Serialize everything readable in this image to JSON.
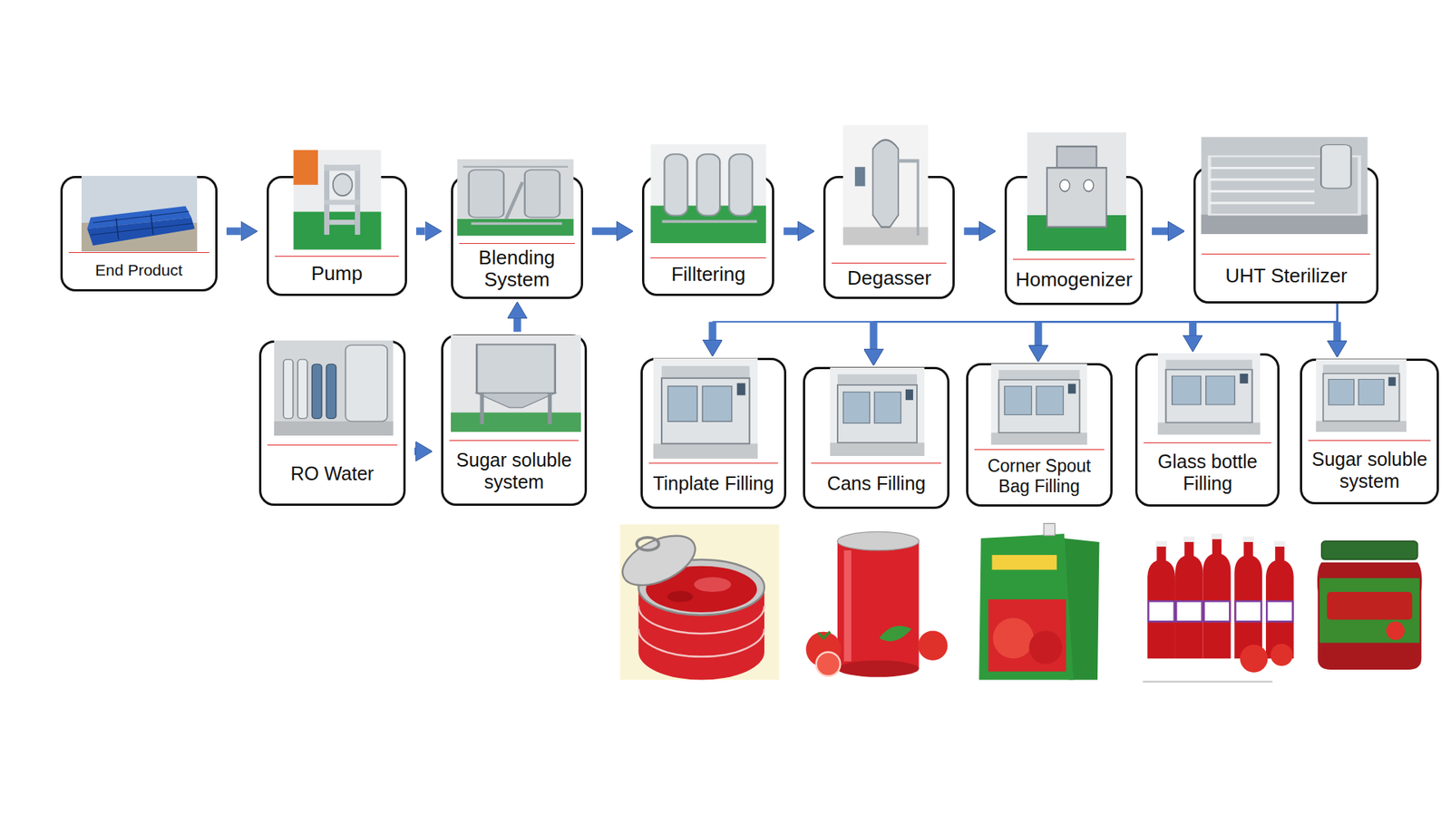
{
  "diagram": {
    "nodes": [
      {
        "text": [
          "End Product"
        ]
      },
      {
        "text": [
          "Pump"
        ]
      },
      {
        "text": [
          "Blending System"
        ]
      },
      {
        "text": [
          "Filltering"
        ]
      },
      {
        "text": [
          "Degasser"
        ]
      },
      {
        "text": [
          "Homogenizer"
        ]
      },
      {
        "text": [
          "UHT Sterilizer"
        ]
      },
      {
        "text": [
          "RO Water"
        ]
      },
      {
        "text": [
          "Sugar soluble system"
        ]
      },
      {
        "text": [
          "Tinplate Filling"
        ]
      },
      {
        "text": [
          "Cans Filling"
        ]
      },
      {
        "text": [
          "Corner Spout Bag Filling"
        ]
      },
      {
        "text": [
          "Glass bottle Filling"
        ]
      },
      {
        "text": [
          "Sugar soluble system"
        ]
      }
    ],
    "edges": [
      {
        "from": 0,
        "to": 1,
        "arrow": "to"
      },
      {
        "from": 1,
        "to": 2,
        "arrow": "to"
      },
      {
        "from": 2,
        "to": 3,
        "arrow": "to"
      },
      {
        "from": 3,
        "to": 4,
        "arrow": "to"
      },
      {
        "from": 4,
        "to": 5,
        "arrow": "to"
      },
      {
        "from": 5,
        "to": 6,
        "arrow": "to"
      },
      {
        "from": 7,
        "to": 8,
        "arrow": "to"
      },
      {
        "from": 8,
        "to": 2,
        "arrow": "to"
      },
      {
        "from": 6,
        "to": 9,
        "arrow": "to"
      },
      {
        "from": 6,
        "to": 10,
        "arrow": "to"
      },
      {
        "from": 6,
        "to": 11,
        "arrow": "to"
      },
      {
        "from": 6,
        "to": 12,
        "arrow": "to"
      },
      {
        "from": 6,
        "to": 13,
        "arrow": "to"
      }
    ]
  }
}
